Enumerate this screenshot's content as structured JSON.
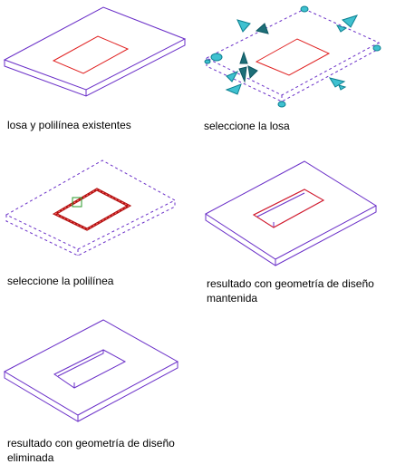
{
  "colors": {
    "slab_outline": "#6a2fc8",
    "opening": "#e02020",
    "grip_fill": "#3fc1d0",
    "grip_stroke": "#0b7f8f",
    "grip_dark": "#1d6f78",
    "selection_box": "#2a9a2a"
  },
  "panels": [
    {
      "id": "p1",
      "caption_lines": [
        "losa y polilínea existentes"
      ]
    },
    {
      "id": "p2",
      "caption_lines": [
        "seleccione la losa"
      ]
    },
    {
      "id": "p3",
      "caption_lines": [
        "seleccione la polilínea"
      ]
    },
    {
      "id": "p4",
      "caption_lines": [
        "resultado con geometría de diseño",
        "mantenida"
      ]
    },
    {
      "id": "p5",
      "caption_lines": [
        "resultado con geometría de diseño",
        "eliminada"
      ]
    }
  ]
}
